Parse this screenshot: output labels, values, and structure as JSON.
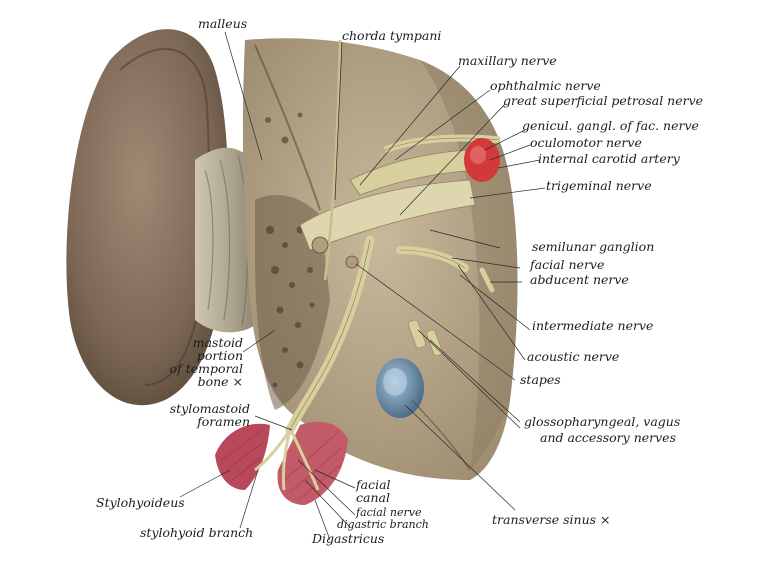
{
  "labels": {
    "malleus": "malleus",
    "chorda_tympani": "chorda tympani",
    "maxillary_nerve": "maxillary nerve",
    "ophthalmic_nerve": "ophthalmic nerve",
    "great_superficial_petrosal_nerve": "great superficial petrosal nerve",
    "genicul_gangl": "genicul. gangl. of fac. nerve",
    "oculomotor_nerve": "oculomotor nerve",
    "internal_carotid_artery": "internal carotid artery",
    "trigeminal_nerve": "trigeminal nerve",
    "semilunar_ganglion": "semilunar ganglion",
    "facial_nerve": "facial nerve",
    "abducent_nerve": "abducent nerve",
    "intermediate_nerve": "intermediate nerve",
    "acoustic_nerve": "acoustic nerve",
    "stapes": "stapes",
    "glossopharyngeal_1": "glossopharyngeal, vagus",
    "glossopharyngeal_2": "and accessory nerves",
    "transverse_sinus": "transverse sinus ×",
    "mastoid_1": "mastoid",
    "mastoid_2": "portion",
    "mastoid_3": "of temporal",
    "mastoid_4": "bone ×",
    "stylomastoid_1": "stylomastoid",
    "stylomastoid_2": "foramen",
    "stylohyoideus": "Stylohyoideus",
    "stylohyoid_branch": "stylohyoid branch",
    "facial_canal_1": "facial",
    "facial_canal_2": "canal",
    "facial_nerve_lower": "facial nerve",
    "digastric_branch": "digastric branch",
    "digastricus": "Digastricus"
  },
  "colors": {
    "ear": "#8a7562",
    "bone": "#b9a88d",
    "bone_dark": "#6f5e4a",
    "nerve": "#d8cf9e",
    "artery": "#d23a3a",
    "muscle": "#b8485a",
    "sinus": "#7fa6c4"
  }
}
